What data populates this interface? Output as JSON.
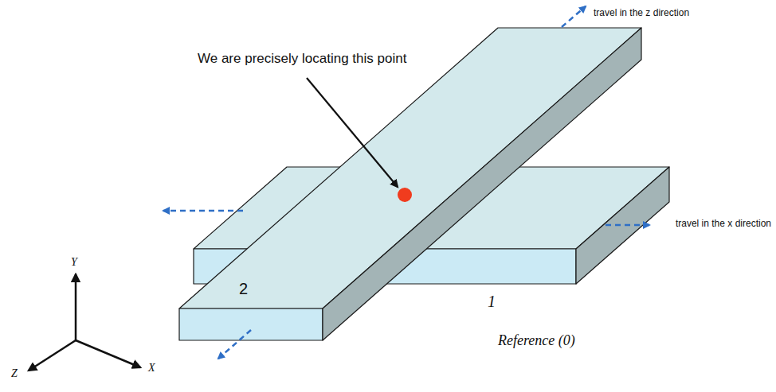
{
  "diagram": {
    "labels": [
      "We are precisely locating this point",
      "travel in the z direction",
      "travel in the x direction",
      "2",
      "1",
      "Reference (0)",
      "Y",
      "X",
      "Z"
    ]
  }
}
